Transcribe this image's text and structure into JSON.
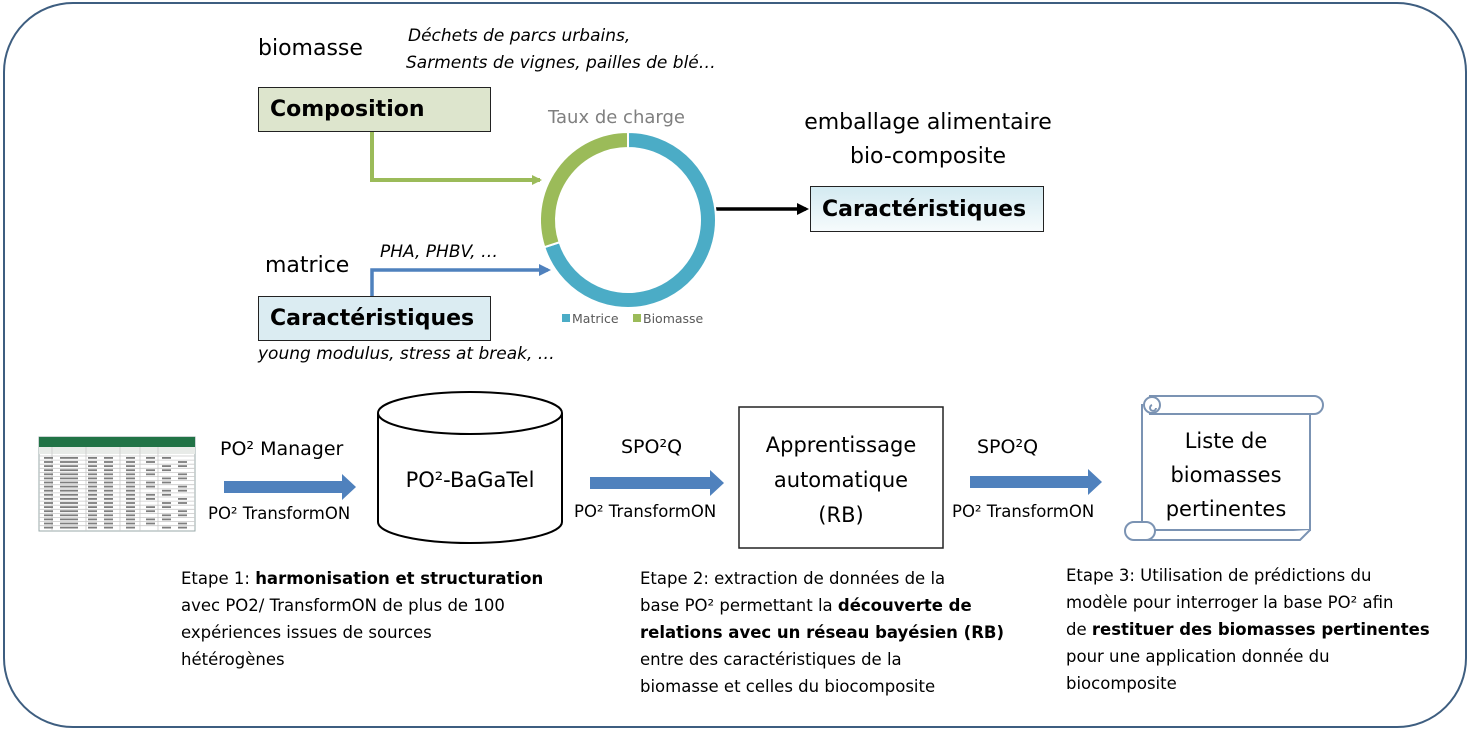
{
  "top": {
    "biomass_label": "biomasse",
    "biomass_examples_line1": "Déchets de parcs urbains,",
    "biomass_examples_line2": "Sarments de vignes, pailles de blé…",
    "composition_box": "Composition",
    "matrix_label": "matrice",
    "matrix_examples": "PHA, PHBV, …",
    "matrix_box": "Caractéristiques",
    "matrix_properties": "young modulus, stress at break, …",
    "output_label_line1": "emballage alimentaire",
    "output_label_line2": "bio-composite",
    "output_box": "Caractéristiques"
  },
  "chart_data": {
    "type": "pie",
    "title": "Taux de charge",
    "labels": [
      "Matrice",
      "Biomasse"
    ],
    "values": [
      70,
      30
    ],
    "colors": [
      "#4bacc6",
      "#9bbb59"
    ],
    "legend": "bottom"
  },
  "pipeline": {
    "arrow1_top": "PO² Manager",
    "arrow1_bottom": "PO² TransformON",
    "database": "PO²-BaGaTel",
    "arrow2_top": "SPO²Q",
    "arrow2_bottom": "PO² TransformON",
    "ml_line1": "Apprentissage",
    "ml_line2": "automatique",
    "ml_line3": "(RB)",
    "arrow3_top": "SPO²Q",
    "arrow3_bottom": "PO² TransformON",
    "scroll_line1": "Liste de",
    "scroll_line2": "biomasses",
    "scroll_line3": "pertinentes"
  },
  "steps": {
    "step1": {
      "l1a": "Etape 1: ",
      "l1b": "harmonisation et structuration",
      "l2": "avec PO2/ TransformON de plus de 100",
      "l3": "expériences issues de sources",
      "l4": "hétérogènes"
    },
    "step2": {
      "l1": "Etape 2: extraction de données de la",
      "l2a": "base PO² permettant la ",
      "l2b": "découverte de",
      "l3": "relations avec un réseau bayésien (RB)",
      "l4": "entre des caractéristiques de la",
      "l5": "biomasse et celles du biocomposite"
    },
    "step3": {
      "l1": "Etape 3: Utilisation de prédictions du",
      "l2": "modèle pour interroger la base PO² afin",
      "l3a": "de ",
      "l3b": "restituer des biomasses pertinentes",
      "l4": "pour une application donnée du",
      "l5": "biocomposite"
    }
  }
}
